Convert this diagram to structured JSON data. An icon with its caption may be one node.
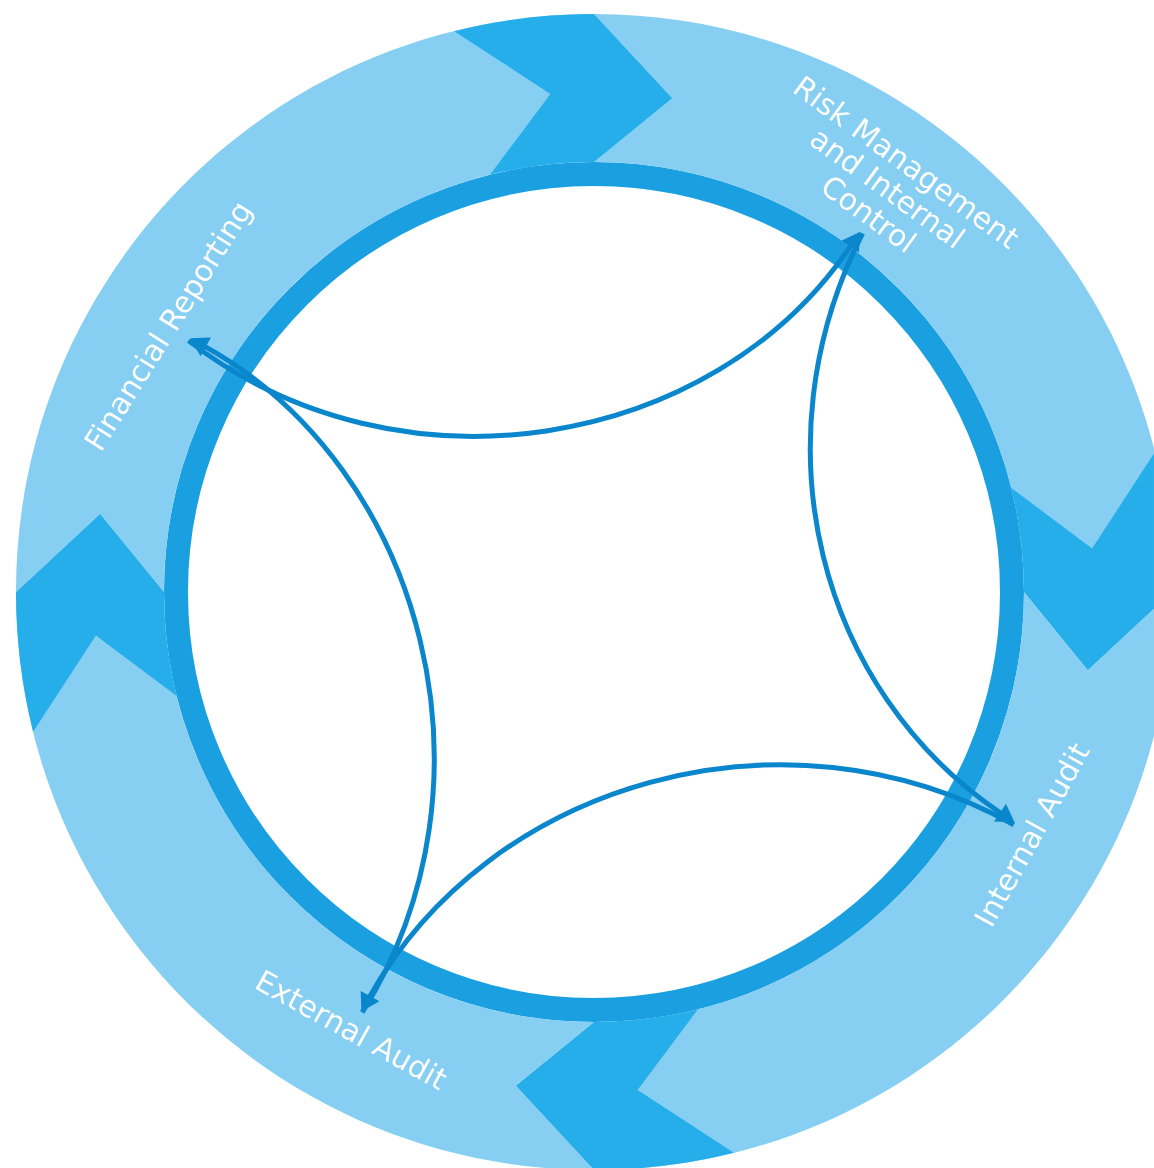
{
  "diagram": {
    "nodes": [
      {
        "text": [
          "Risk Management and Internal Control"
        ]
      },
      {
        "text": [
          "Internal Audit"
        ]
      },
      {
        "text": [
          "External Audit"
        ]
      },
      {
        "text": [
          "Financial Reporting"
        ]
      }
    ],
    "edges": [
      {
        "from": 0,
        "to": 1,
        "arrow": "to"
      },
      {
        "from": 1,
        "to": 2,
        "arrow": "to"
      },
      {
        "from": 2,
        "to": 3,
        "arrow": "to"
      },
      {
        "from": 3,
        "to": 0,
        "arrow": "to"
      }
    ]
  }
}
